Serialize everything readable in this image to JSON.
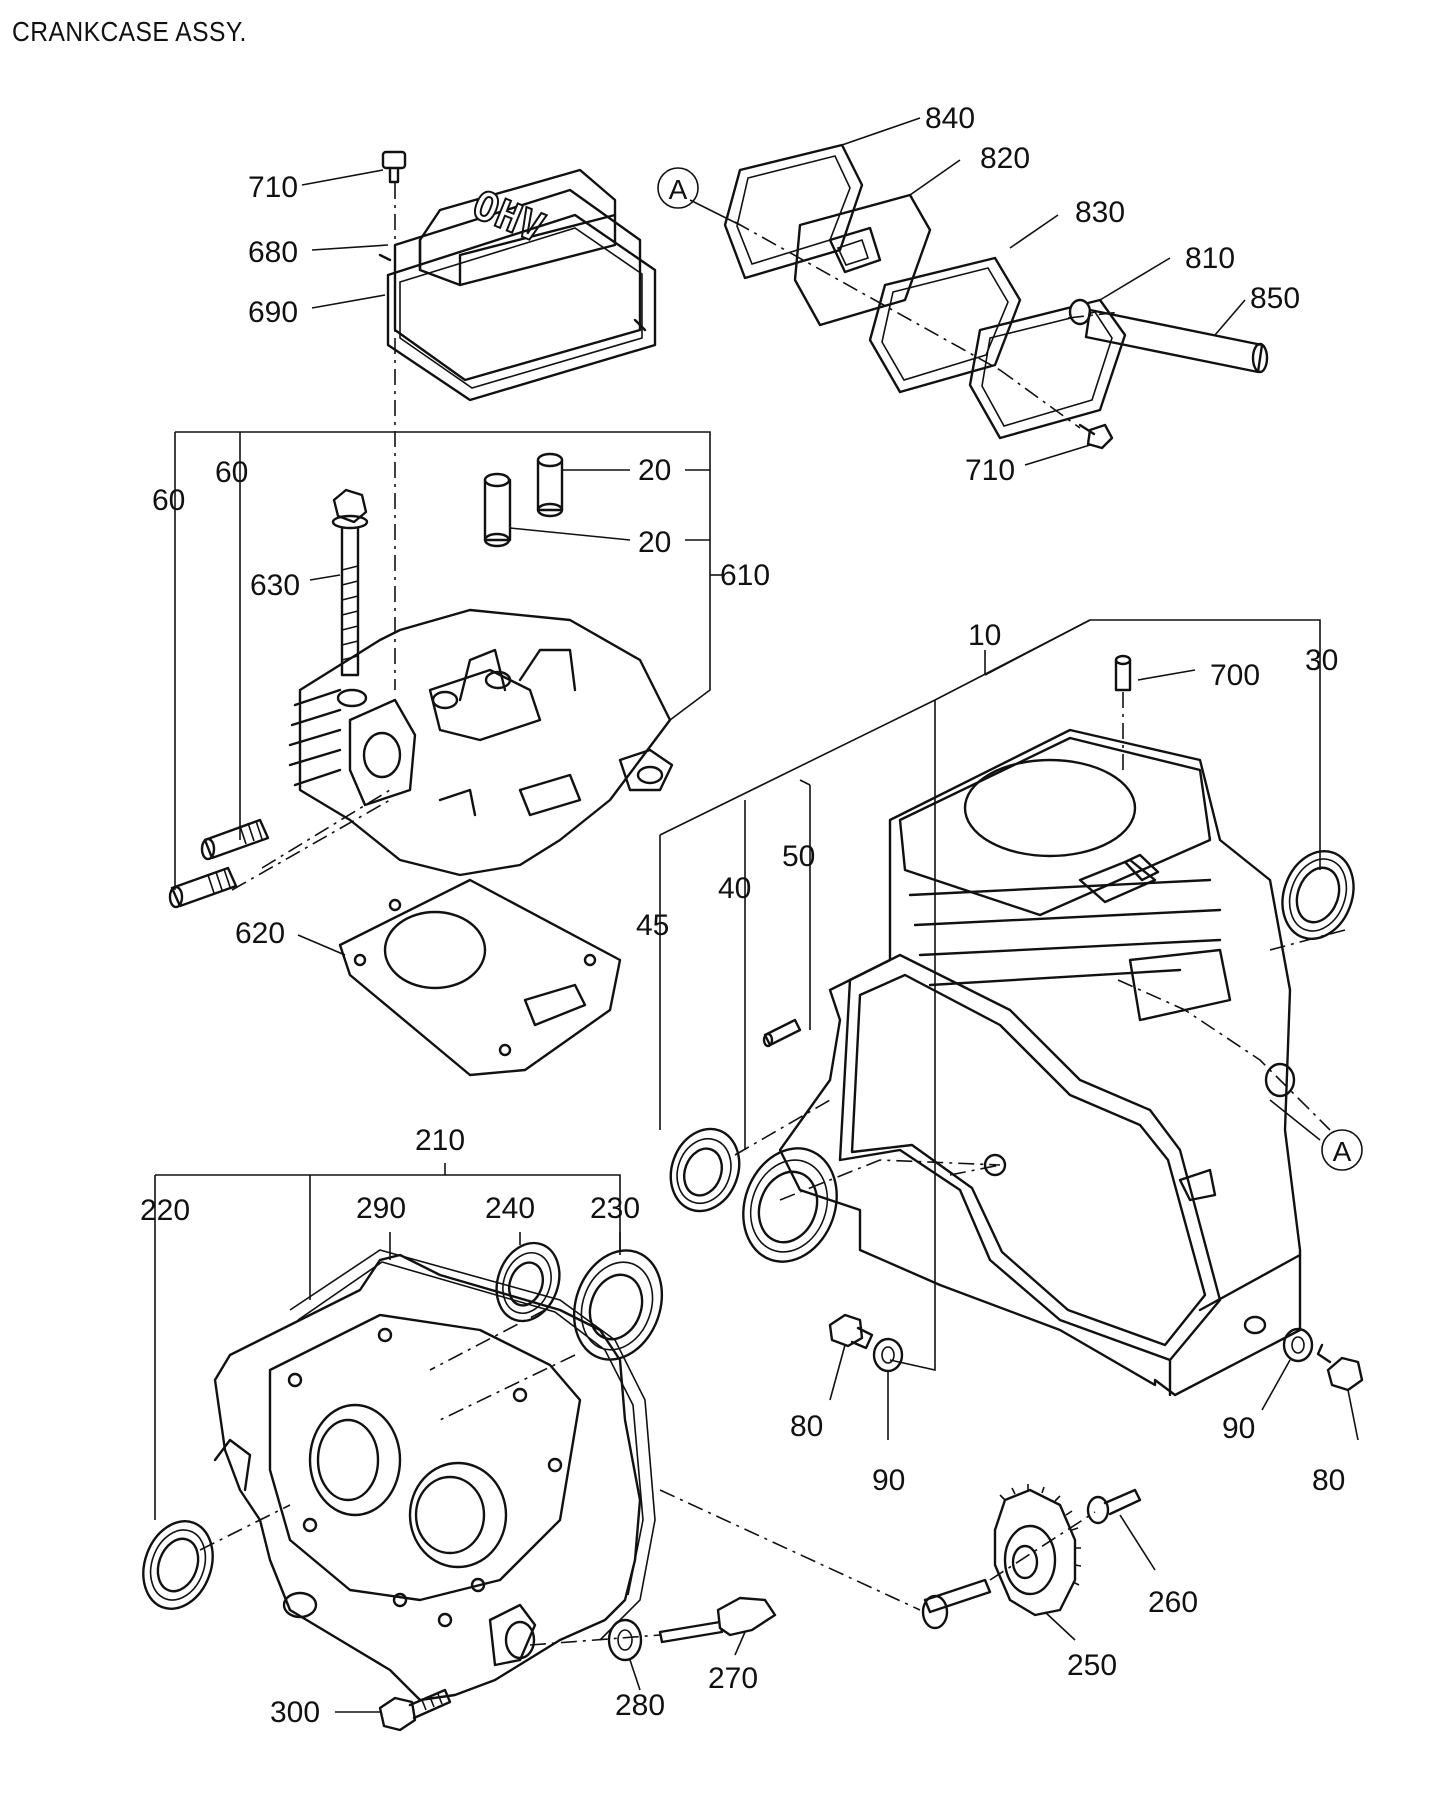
{
  "title": "CRANKCASE ASSY.",
  "cover_marking": "OHV",
  "ref_markers": [
    "A",
    "A"
  ],
  "part_labels": {
    "p10": "10",
    "p20a": "20",
    "p20b": "20",
    "p30": "30",
    "p40": "40",
    "p45": "45",
    "p50": "50",
    "p60a": "60",
    "p60b": "60",
    "p80a": "80",
    "p80b": "80",
    "p90a": "90",
    "p90b": "90",
    "p210": "210",
    "p220": "220",
    "p230": "230",
    "p240": "240",
    "p250": "250",
    "p260": "260",
    "p270": "270",
    "p280": "280",
    "p290": "290",
    "p300": "300",
    "p610": "610",
    "p620": "620",
    "p630": "630",
    "p680": "680",
    "p690": "690",
    "p700": "700",
    "p710a": "710",
    "p710b": "710",
    "p810": "810",
    "p820": "820",
    "p830": "830",
    "p840": "840",
    "p850": "850"
  }
}
